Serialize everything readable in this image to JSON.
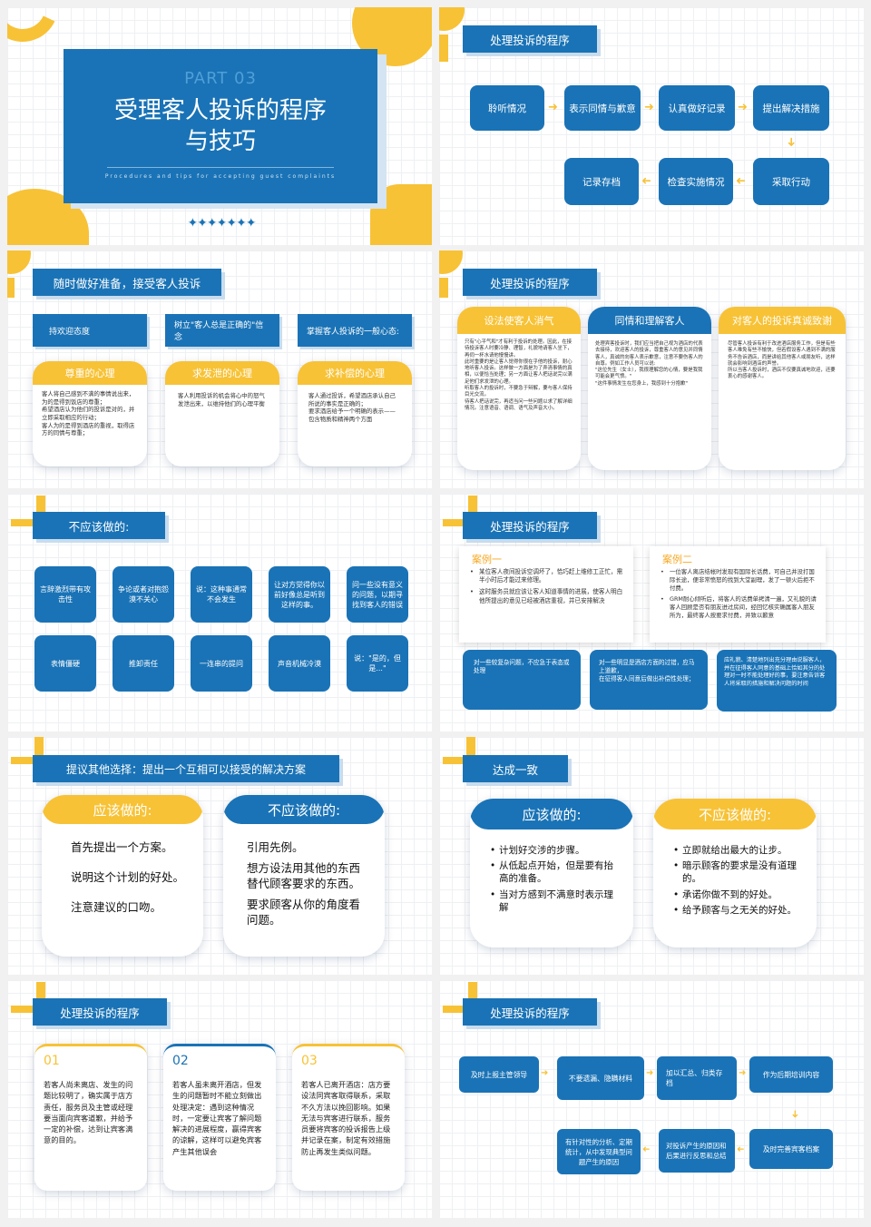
{
  "s1": {
    "part": "PART 03",
    "title": "受理客人投诉的程序与技巧",
    "subtitle": "Procedures and tips for accepting guest complaints",
    "stars": "✦✦✦✦✦✦✦"
  },
  "s2": {
    "header": "处理投诉的程序",
    "steps": [
      "聆听情况",
      "表示同情与歉意",
      "认真做好记录",
      "提出解决措施",
      "采取行动",
      "检查实施情况",
      "记录存档"
    ]
  },
  "s3": {
    "header": "随时做好准备，接受客人投诉",
    "tags": [
      "持欢迎态度",
      "树立\"客人总是正确的\"信念",
      "掌握客人投诉的一般心态:"
    ],
    "cards": [
      {
        "title": "尊重的心理",
        "body": "客人将自己感到不满的事情说出来，为的是得到饭店的尊重；\n希望酒店认为他们的投诉是对的，并立即采取相应的行动；\n客人为的是得到酒店的重视，取得店方的同情与尊重；"
      },
      {
        "title": "求发泄的心理",
        "body": "客人利用投诉的机会将心中的怒气发泄出来，以维持他们的心理平衡"
      },
      {
        "title": "求补偿的心理",
        "body": "客人通过投诉，希望酒店承认自己所说的事实是正确的；\n要求酒店给予一个明确的表示——包含物质和精神两个方面"
      }
    ]
  },
  "s4": {
    "header": "处理投诉的程序",
    "cards": [
      {
        "title": "设法使客人消气",
        "body": "只有\"心平气和\"才有利于投诉的处理。因此，在接待投诉客人时要冷静、理智，礼貌地请客人坐下，再伺一杯水请他慢慢讲。\n此时重要的是让客人觉得你很在乎他的投诉，耐心地听客人投诉。这样做一方面是为了弄清事情的真相，以便恰当处理；另一方面让客人把话说完以满足他们求发泄的心理。\n听取客人的投诉时，不要急于辩解，要与客人保持目光交流。\n待客人把话说完，再适当问一些问题以求了解详细情况。注意语音、语调、语气及声音大小。"
      },
      {
        "title": "同情和理解客人",
        "body": "处理宾客投诉时，我们应当把自己视为酒店的代表去接待，欢迎客人的投诉，尊重客人的意见并同情客人，真诚的向客人表示歉意，注意不要伤客人的自尊。例如工作人员可以说:\n\"这位先生（女士），我很理解您的心情，要是我我可能会更气愤。\"\n\"这件事情发生在您身上，我感到十分抱歉\""
      },
      {
        "title": "对客人的投诉真诚致谢",
        "body": "尽管客人投诉有利于改进酒店服务工作，但是有些客人难免有些不愉快，但若假设客人遇到不满的服务不告诉酒店，而是讲给其他客人或朋友听，这样就会影响到酒店的声誉。\n所以当客人投诉时，酒店不仅要真诚地欢迎，还要衷心的感谢客人。"
      }
    ]
  },
  "s5": {
    "header": "不应该做的:",
    "row1": [
      "言辞激烈带有攻击性",
      "争论或者对抱怨漠不关心",
      "说：这种事通常不会发生",
      "让对方觉得你以前好像总是听到这样的事。",
      "问一些没有意义的问题，以期寻找到客人的错误"
    ],
    "row2": [
      "表情僵硬",
      "推卸责任",
      "一连串的提问",
      "声音机械冷漠",
      "说：\"是的，但是...\""
    ]
  },
  "s6": {
    "header": "处理投诉的程序",
    "cases": [
      {
        "title": "案例一",
        "items": [
          "某位客人夜间投诉空调坏了，恰巧赶上维修工正忙，需半小时后才能过来修理。",
          "这时服务员就应该让客人知道事情的进展，使客人明白他所提出的意见已经被酒店重视，并已安排解决"
        ]
      },
      {
        "title": "案例二",
        "items": [
          "一位客人离店结帐时发现有国际长话费，可自己并没打国际长途，便非常愤怒的找到大堂副理，发了一顿火后拒不付费。",
          "GRM耐心倾听后，将客人的话费单拷清一遍，又礼貌的请客人回顾是否有朋友进过房间，经回忆核实确属客人朋友所为，最终客人按要求付费，并致以歉意"
        ]
      }
    ],
    "boxes": [
      "对一些较复杂问题，不应急于表态或处理",
      "对一些明显是酒店方面的过错，应马上道歉，\n在征得客人同意后做出补偿性处理；",
      "应礼貌、清楚地列出充分理由说服客人，并在征得客人同意的基础上恰如其分的处理对一时不能处理好的事，要注意告诉客人将采取的措施和解决问题的时间"
    ]
  },
  "s7": {
    "header": "提议其他选择：提出一个互相可以接受的解决方案",
    "do": {
      "title": "应该做的:",
      "items": [
        "首先提出一个方案。",
        "说明这个计划的好处。",
        "注意建议的口吻。"
      ]
    },
    "dont": {
      "title": "不应该做的:",
      "items": [
        "引用先例。",
        "想方设法用其他的东西替代顾客要求的东西。",
        "要求顾客从你的角度看问题。"
      ]
    }
  },
  "s8": {
    "header": "达成一致",
    "do": {
      "title": "应该做的:",
      "items": [
        "计划好交涉的步骤。",
        "从低起点开始，但是要有抬高的准备。",
        "当对方感到不满意时表示理解"
      ]
    },
    "dont": {
      "title": "不应该做的:",
      "items": [
        "立即就给出最大的让步。",
        "暗示顾客的要求是没有道理的。",
        "承诺你做不到的好处。",
        "给予顾客与之无关的好处。"
      ]
    }
  },
  "s9": {
    "header": "处理投诉的程序",
    "cards": [
      {
        "num": "01",
        "body": "若客人尚未离店、发生的问题比较明了，确实属于店方责任，服务员及主管或经理要当面向宾客道歉，并给予一定的补偿，达到让宾客满意的目的。"
      },
      {
        "num": "02",
        "body": "若客人虽未离开酒店，但发生的问题暂时不能立刻做出处理决定：遇到这种情况时，一定要让宾客了解问题解决的进展程度，赢得宾客的谅解，这样可以避免宾客产生其他误会"
      },
      {
        "num": "03",
        "body": "若客人已离开酒店：店方要设法同宾客取得联系，采取不久方法以挽回影响。如果无法与宾客进行联系，服务员要将宾客的投诉报告上级并记录在案，制定有效措施防止再发生类似问题。"
      }
    ]
  },
  "s10": {
    "header": "处理投诉的程序",
    "steps": [
      "及时上报主管领导",
      "不要遗漏、隐瞒材料",
      "加以汇总、归类存档",
      "作为后期培训内容",
      "及时完善宾客档案",
      "对投诉产生的原因和后果进行反思和总结",
      "有针对性的分析、定期统计，从中发现典型问题产生的原因"
    ]
  },
  "colors": {
    "blue": "#1a73b6",
    "yellow": "#f7c236"
  }
}
